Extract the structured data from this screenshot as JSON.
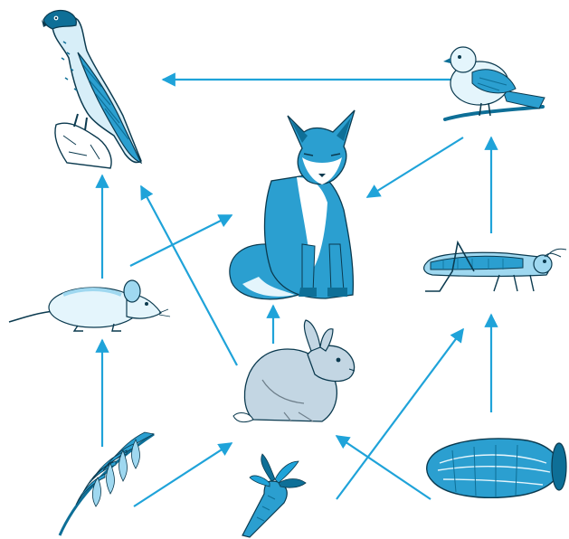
{
  "diagram": {
    "type": "food-web",
    "colors": {
      "arrow": "#1fa3d9",
      "deep": "#0e6f97",
      "mid": "#2b9fd0",
      "light": "#9fd8f0",
      "pale": "#e4f5fc",
      "rabbit": "#c3d6e3",
      "rabbit_dark": "#6e7f8b",
      "outline": "#0b3a4f"
    },
    "organisms": [
      {
        "id": "falcon",
        "name": "falcon",
        "icon": "falcon-icon"
      },
      {
        "id": "bird",
        "name": "songbird",
        "icon": "bird-icon"
      },
      {
        "id": "fox",
        "name": "fox",
        "icon": "fox-icon"
      },
      {
        "id": "grasshopper",
        "name": "grasshopper",
        "icon": "grasshopper-icon"
      },
      {
        "id": "mouse",
        "name": "mouse",
        "icon": "mouse-icon"
      },
      {
        "id": "rabbit",
        "name": "rabbit",
        "icon": "rabbit-icon"
      },
      {
        "id": "wheat",
        "name": "wheat",
        "icon": "wheat-icon"
      },
      {
        "id": "carrot",
        "name": "carrot",
        "icon": "carrot-icon"
      },
      {
        "id": "lettuce",
        "name": "lettuce",
        "icon": "lettuce-icon"
      }
    ],
    "links": [
      {
        "from": "bird",
        "to": "falcon"
      },
      {
        "from": "mouse",
        "to": "falcon"
      },
      {
        "from": "rabbit",
        "to": "falcon"
      },
      {
        "from": "mouse",
        "to": "fox"
      },
      {
        "from": "rabbit",
        "to": "fox"
      },
      {
        "from": "bird",
        "to": "fox"
      },
      {
        "from": "grasshopper",
        "to": "bird"
      },
      {
        "from": "wheat",
        "to": "mouse"
      },
      {
        "from": "wheat",
        "to": "rabbit"
      },
      {
        "from": "lettuce",
        "to": "rabbit"
      },
      {
        "from": "carrot",
        "to": "grasshopper"
      },
      {
        "from": "lettuce",
        "to": "grasshopper"
      }
    ]
  }
}
